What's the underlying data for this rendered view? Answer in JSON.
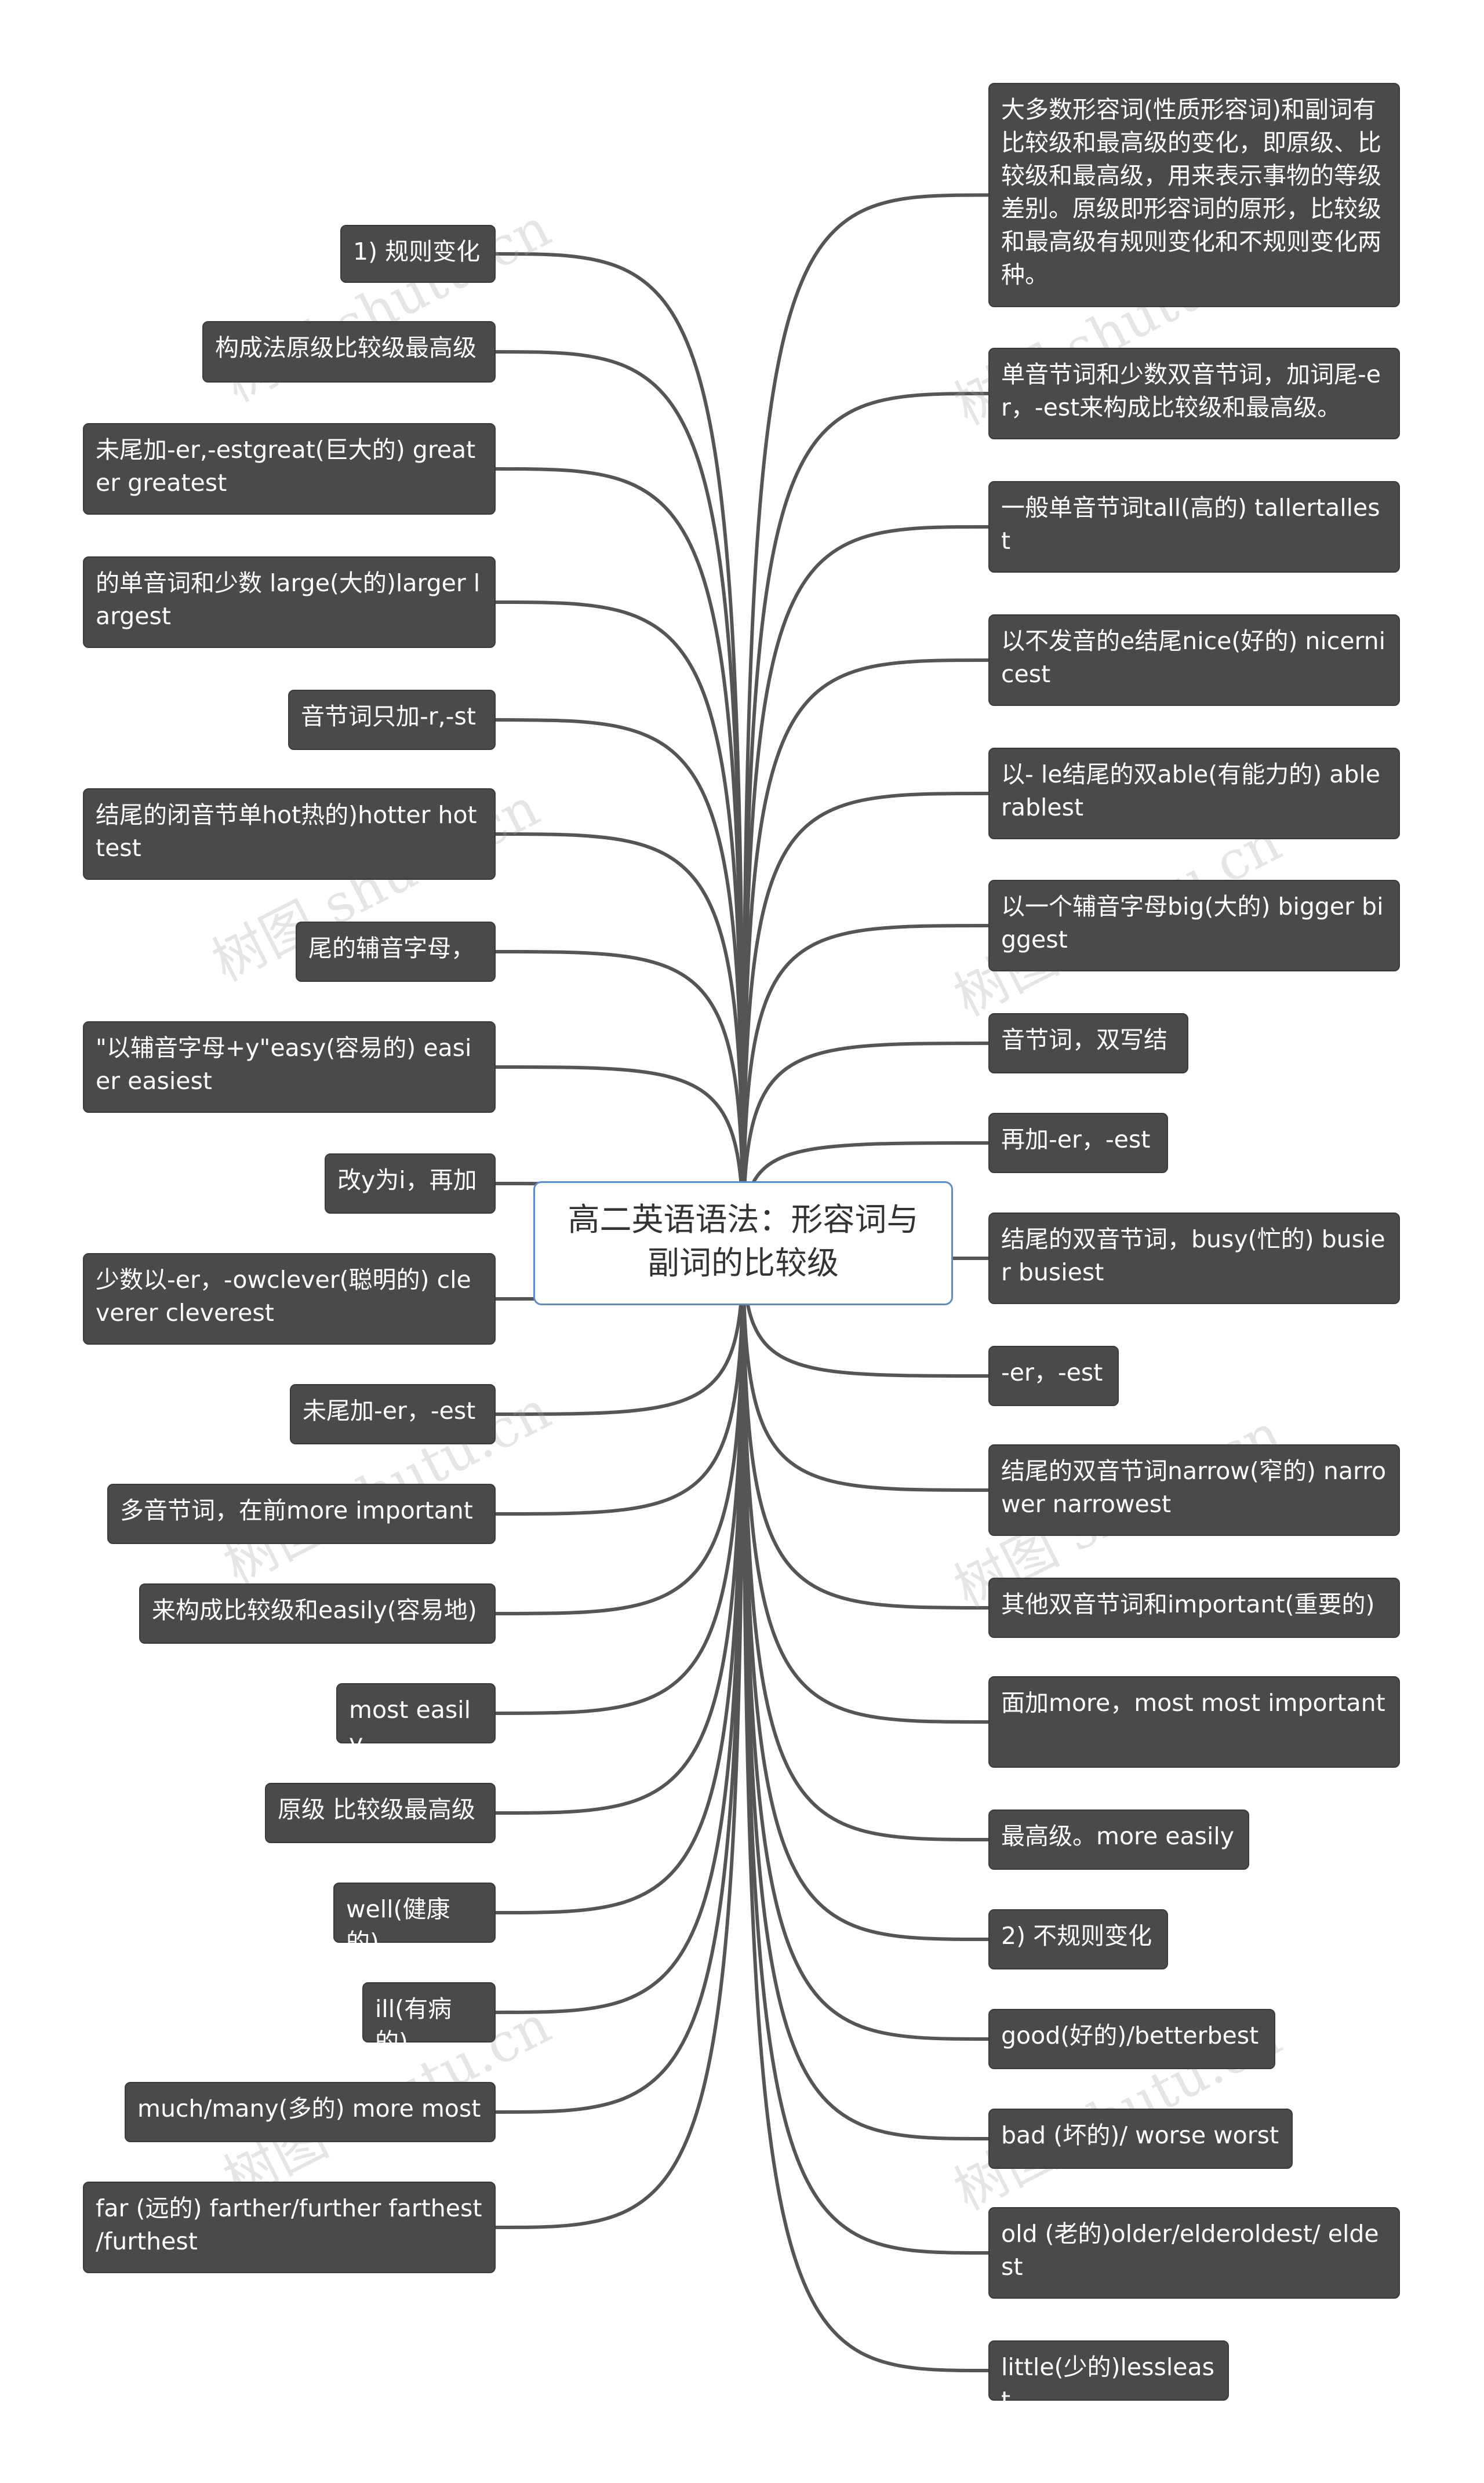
{
  "root": {
    "title": "高二英语语法：形容词与副词的比较级"
  },
  "left_nodes": [
    "1) 规则变化",
    "构成法原级比较级最高级",
    "未尾加-er,-estgreat(巨大的) greater greatest",
    "的单音词和少数 large(大的)larger largest",
    "音节词只加-r,-st",
    "结尾的闭音节单hot热的)hotter hottest",
    "尾的辅音字母，",
    "\"以辅音字母+y\"easy(容易的) easier easiest",
    "改y为i，再加",
    "少数以-er，-owclever(聪明的) cleverer cleverest",
    "未尾加-er，-est",
    "多音节词，在前more important",
    "来构成比较级和easily(容易地)",
    "most easily",
    "原级 比较级最高级",
    "well(健康的)",
    "ill(有病的)",
    "much/many(多的) more most",
    "far (远的) farther/further farthest /furthest"
  ],
  "right_nodes": [
    "大多数形容词(性质形容词)和副词有比较级和最高级的变化，即原级、比较级和最高级，用来表示事物的等级差别。原级即形容词的原形，比较级和最高级有规则变化和不规则变化两种。",
    "单音节词和少数双音节词，加词尾-er，-est来构成比较级和最高级。",
    "一般单音节词tall(高的) tallertallest",
    "以不发音的e结尾nice(好的) nicernicest",
    "以- le结尾的双able(有能力的) ablerablest",
    "以一个辅音字母big(大的) bigger biggest",
    "音节词，双写结",
    "再加-er，-est",
    "结尾的双音节词，busy(忙的) busier busiest",
    "-er，-est",
    "结尾的双音节词narrow(窄的) narrower narrowest",
    "其他双音节词和important(重要的)",
    "面加more，most most important",
    "最高级。more easily",
    "2) 不规则变化",
    "good(好的)/betterbest",
    "bad (坏的)/ worse worst",
    "old (老的)older/elderoldest/ eldest",
    "little(少的)lessleast"
  ],
  "watermark": "树图 shutu.cn",
  "colors": {
    "node_bg": "#4a4a4a",
    "link": "#555555",
    "root_border": "#5b8cc9"
  }
}
